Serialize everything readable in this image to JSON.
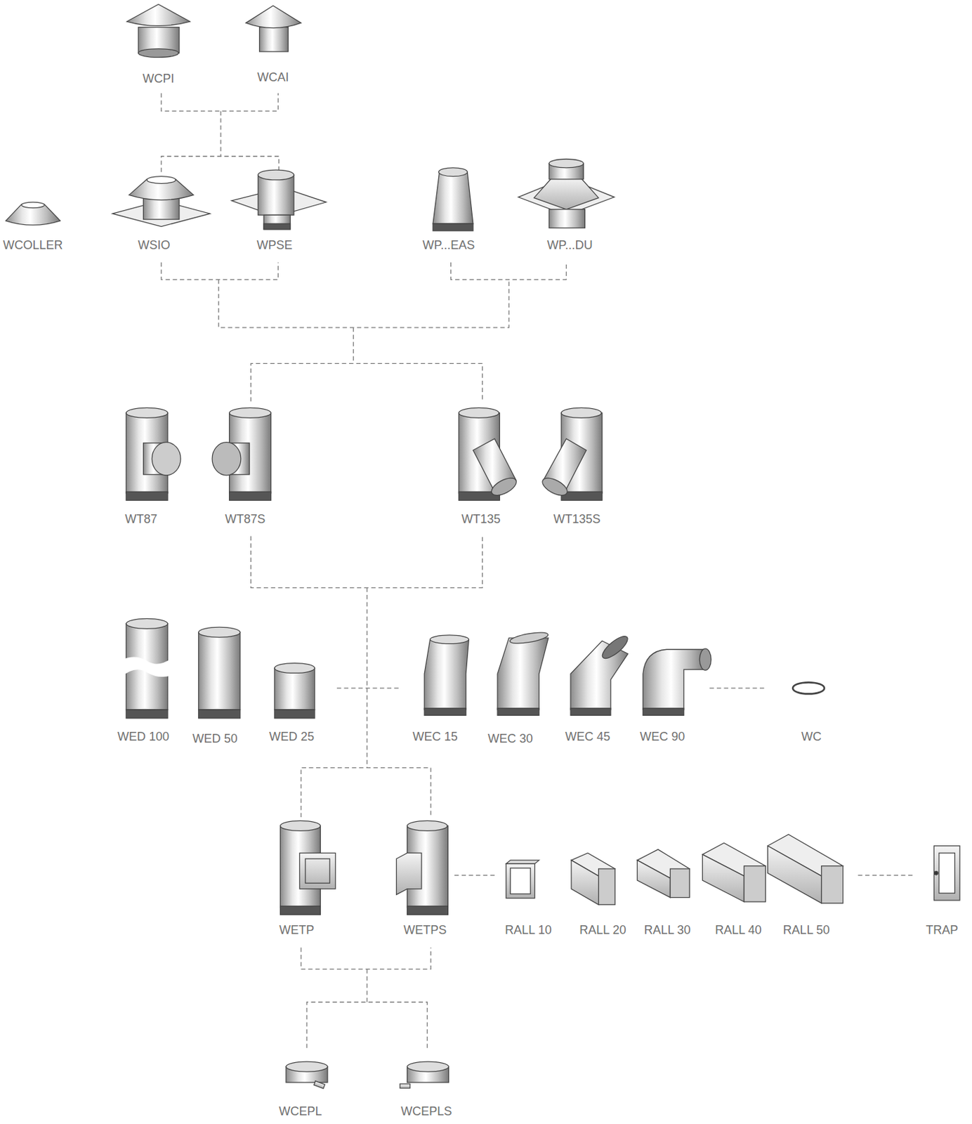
{
  "diagram": {
    "labels": [
      "WCPI",
      "WCAI",
      "WCOLLER",
      "WSIO",
      "WPSE",
      "WP...EAS",
      "WP...DU",
      "WT87",
      "WT87S",
      "WT135",
      "WT135S",
      "WED 100",
      "WED 50",
      "WED 25",
      "WEC 15",
      "WEC 30",
      "WEC 45",
      "WEC 90",
      "WC",
      "WETP",
      "WETPS",
      "RALL 10",
      "RALL 20",
      "RALL 30",
      "RALL 40",
      "RALL 50",
      "TRAP",
      "WCEPL",
      "WCEPLS"
    ]
  }
}
